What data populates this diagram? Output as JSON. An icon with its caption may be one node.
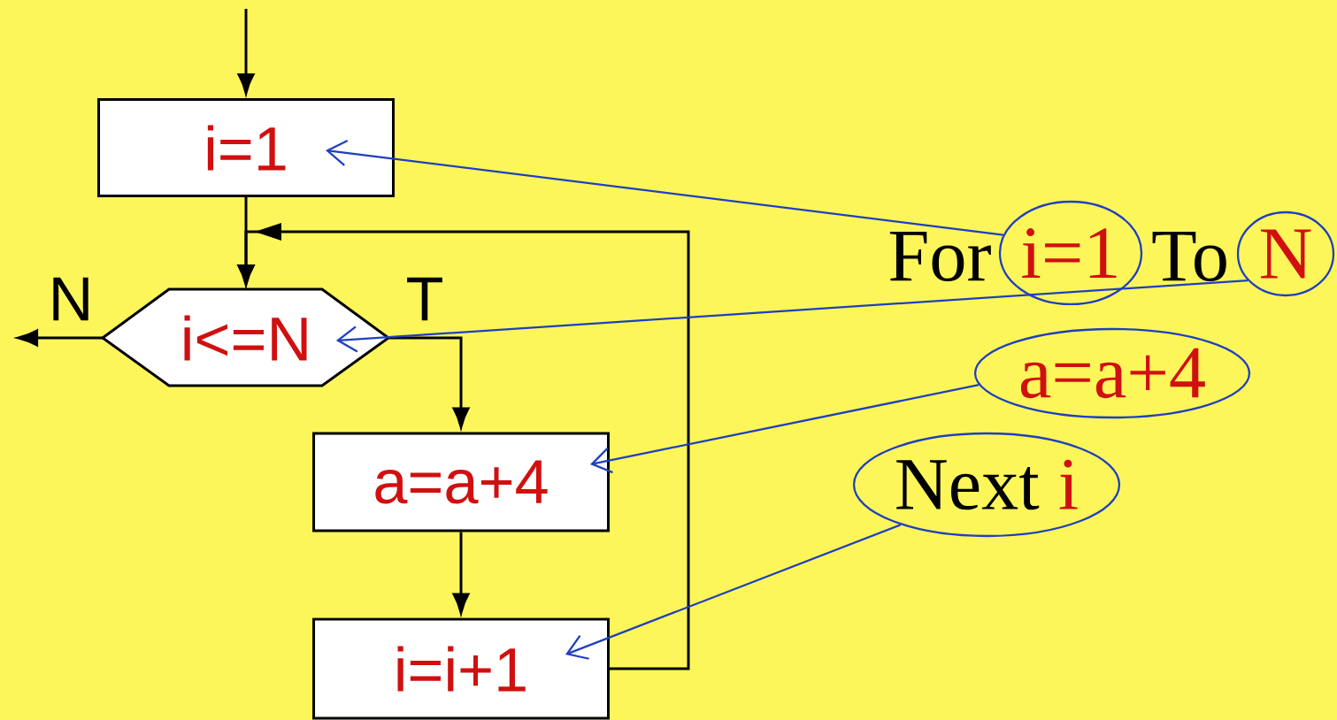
{
  "diagram": {
    "nodes": [
      {
        "text": [
          "i=1"
        ]
      },
      {
        "text": [
          "i<=N"
        ]
      },
      {
        "text": [
          "a=a+4"
        ]
      },
      {
        "text": [
          "i=i+1"
        ]
      },
      {
        "text": [
          "i=1"
        ]
      },
      {
        "text": [
          "N"
        ]
      },
      {
        "text": [
          "a=a+4"
        ]
      },
      {
        "text": [
          "Next",
          "i"
        ]
      }
    ],
    "edges": [
      {
        "from": null,
        "to": 0,
        "arrow": "to"
      },
      {
        "from": 0,
        "to": 1,
        "arrow": "to"
      },
      {
        "from": 1,
        "to": 2,
        "arrow": "to",
        "label": "T"
      },
      {
        "from": 2,
        "to": 3,
        "arrow": "to"
      },
      {
        "from": 3,
        "to": 1,
        "arrow": "to"
      },
      {
        "from": 1,
        "to": null,
        "arrow": "to",
        "label": "N"
      },
      {
        "from": 4,
        "to": 0,
        "arrow": "to",
        "color": "#1f3fbf"
      },
      {
        "from": 5,
        "to": 1,
        "arrow": "to",
        "color": "#1f3fbf"
      },
      {
        "from": 6,
        "to": 2,
        "arrow": "to",
        "color": "#1f3fbf"
      },
      {
        "from": 7,
        "to": 3,
        "arrow": "to",
        "color": "#1f3fbf"
      }
    ],
    "labels": [
      "For",
      "To"
    ]
  }
}
